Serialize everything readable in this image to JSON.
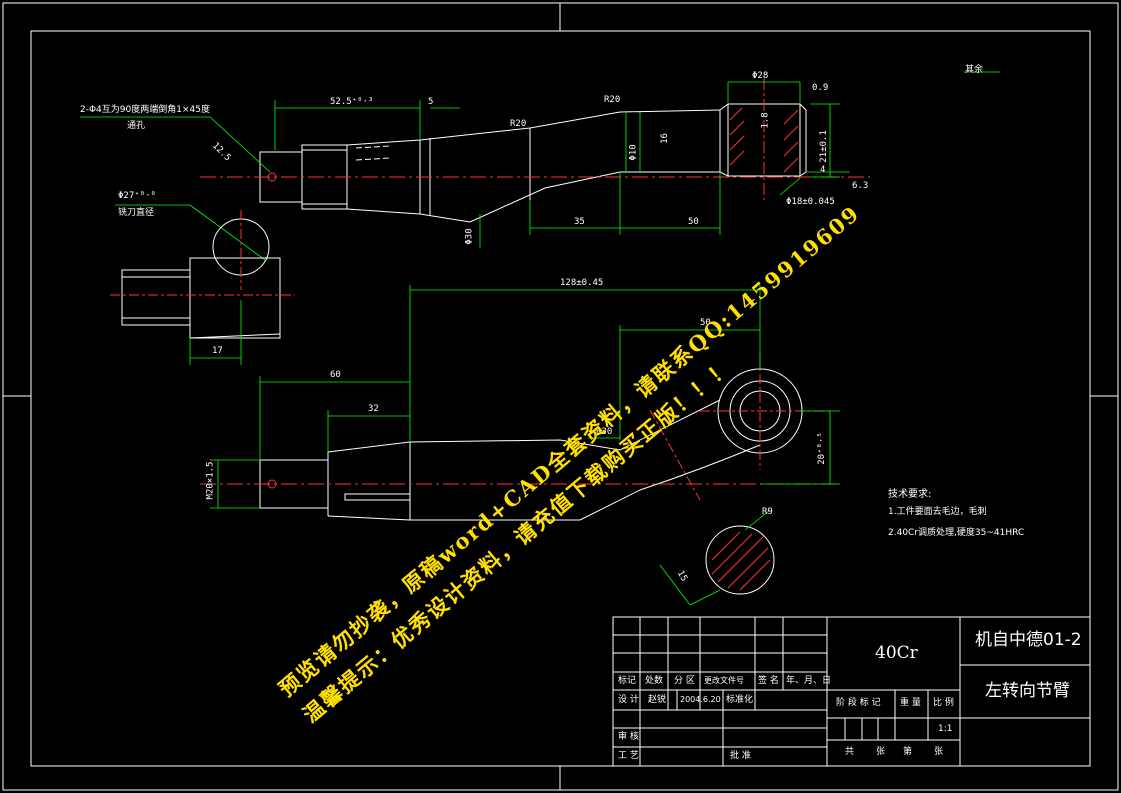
{
  "drawing": {
    "top_note": "2-Φ4互为90度两端倒角1×45度",
    "top_note2": "通孔",
    "dim_52": "52.5⁺⁰·³",
    "dim_5": "5",
    "dim_r20_top": "R20",
    "dim_r20_top2": "R20",
    "dim_phi10": "Φ10",
    "dim_16": "16",
    "dim_phi28": "Φ28",
    "dim_angle": "12.5",
    "dim_phi27": "Φ27⁺⁰·⁰",
    "dim_phi27_note": "铣刀直径",
    "dim_phi30": "Φ30",
    "dim_35": "35",
    "dim_50_top": "50",
    "dim_phi18": "Φ18±0.045",
    "dim_21": "21±0.1",
    "dim_4": "4",
    "dim_63": "6.3",
    "dim_09": "0.9",
    "dim_18": "1.8",
    "dim_17": "17",
    "dim_128": "128±0.45",
    "dim_50_mid": "50",
    "dim_60": "60",
    "dim_32": "32",
    "dim_r30": "R30",
    "dim_20": "20⁺⁰·⁵",
    "dim_m20": "M20×1.5",
    "dim_r9": "R9",
    "dim_15": "15",
    "surface_note": "其余",
    "tech_title": "技术要求:",
    "tech_1": "1.工件要面去毛边，毛刺",
    "tech_2": "2.40Cr调质处理,硬度35~41HRC"
  },
  "title_block": {
    "material": "40Cr",
    "drawing_no": "机自中德01-2",
    "part_name": "左转向节臂",
    "row_labels": [
      "标记",
      "处数",
      "分 区",
      "更改文件号",
      "签 名",
      "年、月、日"
    ],
    "design": "设 计",
    "designer": "赵锐",
    "date": "2004.6.20",
    "standard": "标准化",
    "review": "审 核",
    "process": "工 艺",
    "approve": "批 准",
    "stage_mark": "阶 段 标 记",
    "weight": "重 量",
    "scale_label": "比 例",
    "scale": "1:1",
    "total": "共",
    "sheets": "张",
    "sheet_no": "第",
    "sheet_of": "张"
  },
  "watermark": {
    "line1": "预览请勿抄袭，原稿word+CAD全套资料，请联系QQ:1459919609",
    "line2": "温馨提示：优秀设计资料，请充值下载购买正版！！！"
  }
}
